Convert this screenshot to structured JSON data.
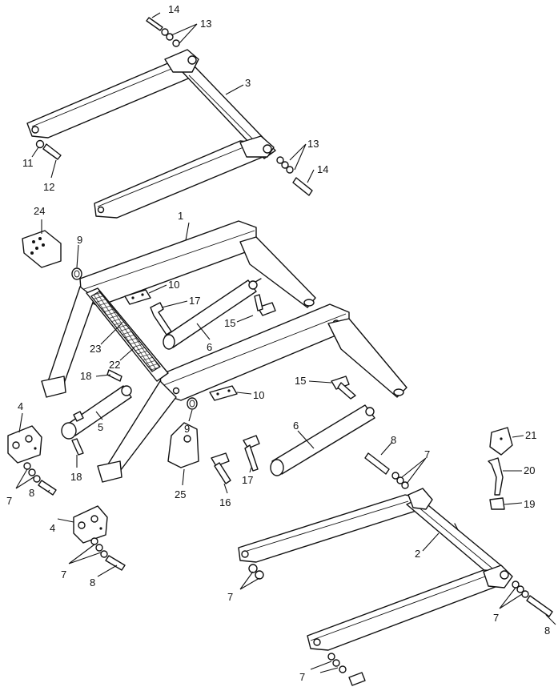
{
  "callouts": [
    {
      "id": "c14a",
      "text": "14"
    },
    {
      "id": "c13a",
      "text": "13"
    },
    {
      "id": "c3",
      "text": "3"
    },
    {
      "id": "c13b",
      "text": "13"
    },
    {
      "id": "c14b",
      "text": "14"
    },
    {
      "id": "c11",
      "text": "11"
    },
    {
      "id": "c12",
      "text": "12"
    },
    {
      "id": "c24",
      "text": "24"
    },
    {
      "id": "c9a",
      "text": "9"
    },
    {
      "id": "c1",
      "text": "1"
    },
    {
      "id": "c10a",
      "text": "10"
    },
    {
      "id": "c17a",
      "text": "17"
    },
    {
      "id": "c15a",
      "text": "15"
    },
    {
      "id": "c6a",
      "text": "6"
    },
    {
      "id": "c23",
      "text": "23"
    },
    {
      "id": "c22",
      "text": "22"
    },
    {
      "id": "c18a",
      "text": "18"
    },
    {
      "id": "c15b",
      "text": "15"
    },
    {
      "id": "c10b",
      "text": "10"
    },
    {
      "id": "c4a",
      "text": "4"
    },
    {
      "id": "c5",
      "text": "5"
    },
    {
      "id": "c9b",
      "text": "9"
    },
    {
      "id": "c6b",
      "text": "6"
    },
    {
      "id": "c21",
      "text": "21"
    },
    {
      "id": "c8a",
      "text": "8"
    },
    {
      "id": "c7a",
      "text": "7"
    },
    {
      "id": "c20",
      "text": "20"
    },
    {
      "id": "c18b",
      "text": "18"
    },
    {
      "id": "c25",
      "text": "25"
    },
    {
      "id": "c16",
      "text": "16"
    },
    {
      "id": "c17b",
      "text": "17"
    },
    {
      "id": "c19",
      "text": "19"
    },
    {
      "id": "c7b",
      "text": "7"
    },
    {
      "id": "c8b",
      "text": "8"
    },
    {
      "id": "c4b",
      "text": "4"
    },
    {
      "id": "c2",
      "text": "2"
    },
    {
      "id": "c7c",
      "text": "7"
    },
    {
      "id": "c8c",
      "text": "8"
    },
    {
      "id": "c7d",
      "text": "7"
    },
    {
      "id": "c7e",
      "text": "7"
    }
  ]
}
